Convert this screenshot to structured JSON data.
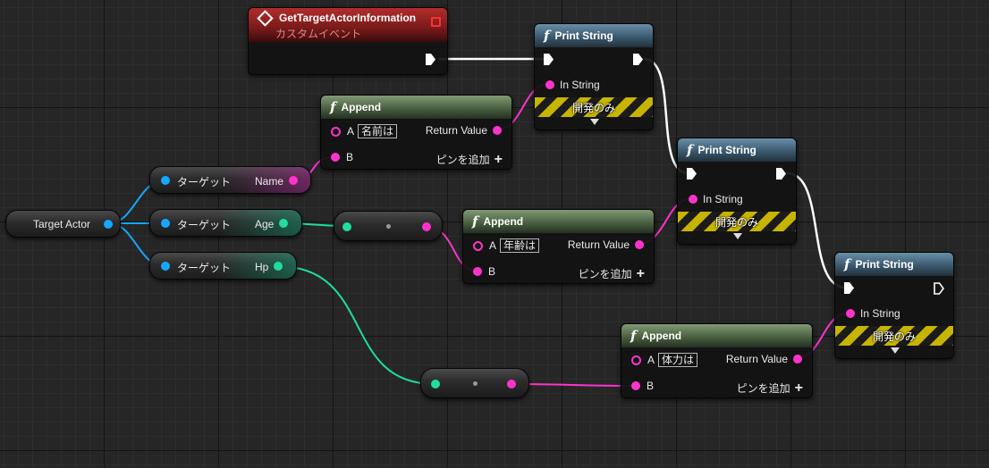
{
  "event_node": {
    "title": "GetTargetActorInformation",
    "subtitle": "カスタムイベント"
  },
  "print_nodes": [
    {
      "title": "Print String",
      "in_label": "In String",
      "dev_label": "開発のみ"
    },
    {
      "title": "Print String",
      "in_label": "In String",
      "dev_label": "開発のみ"
    },
    {
      "title": "Print String",
      "in_label": "In String",
      "dev_label": "開発のみ"
    }
  ],
  "append_nodes": [
    {
      "title": "Append",
      "a_label": "A",
      "a_value": "名前は",
      "b_label": "B",
      "return_label": "Return Value",
      "add_pin_label": "ピンを追加"
    },
    {
      "title": "Append",
      "a_label": "A",
      "a_value": "年齢は",
      "b_label": "B",
      "return_label": "Return Value",
      "add_pin_label": "ピンを追加"
    },
    {
      "title": "Append",
      "a_label": "A",
      "a_value": "体力は",
      "b_label": "B",
      "return_label": "Return Value",
      "add_pin_label": "ピンを追加"
    }
  ],
  "variable_node": {
    "label": "Target Actor"
  },
  "get_nodes": [
    {
      "target_label": "ターゲット",
      "property": "Name"
    },
    {
      "target_label": "ターゲット",
      "property": "Age"
    },
    {
      "target_label": "ターゲット",
      "property": "Hp"
    }
  ],
  "colors": {
    "exec_wire": "#ffffff",
    "string_pin": "#ff33cc",
    "object_pin": "#14a8ff",
    "numeric_pin": "#20dca0",
    "function_header": "#3b5a70",
    "append_header": "#4a6040",
    "event_header": "#781a1a"
  }
}
